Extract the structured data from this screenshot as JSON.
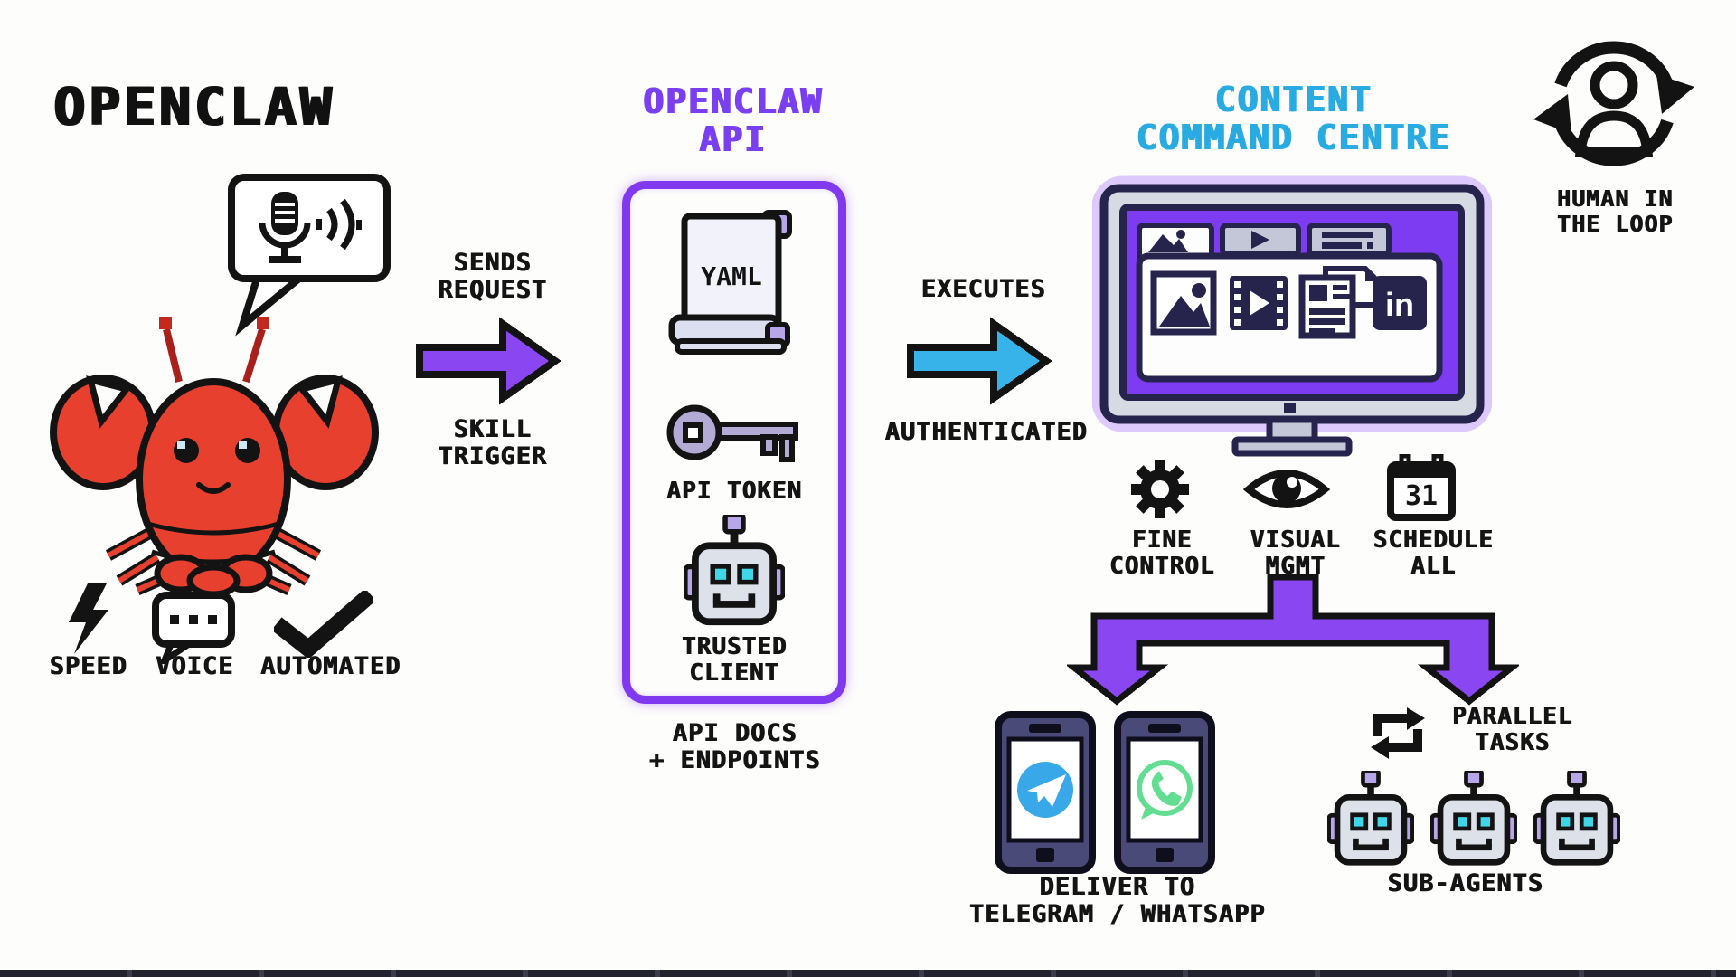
{
  "title": "OPENCLAW",
  "colors": {
    "purple_accent": "#7a3ff0",
    "purple_arrow": "#8a46f0",
    "cyan_title": "#29abe2",
    "blue_arrow": "#38b3ea",
    "ink": "#141414",
    "navy": "#26244c",
    "lobster_red": "#e8402f",
    "robot_grey": "#dde1ea",
    "robot_eye_cyan": "#3fd6e8",
    "telegram_blue": "#38a8e8",
    "whatsapp_green": "#62dd92"
  },
  "features": {
    "speed": {
      "label": "SPEED",
      "icon": "lightning-icon"
    },
    "voice": {
      "label": "VOICE",
      "icon": "chat-bubble-icon"
    },
    "automated": {
      "label": "AUTOMATED",
      "icon": "checkmark-icon"
    }
  },
  "mascot": {
    "icon": "lobster-mascot",
    "bubble_icons": [
      "microphone-icon",
      "sound-waves-icon"
    ]
  },
  "request_flow": {
    "top_label": "SENDS\nREQUEST",
    "bottom_label": "SKILL\nTRIGGER"
  },
  "api": {
    "title": "OPENCLAW\nAPI",
    "yaml": {
      "label": "YAML",
      "icon": "scroll-icon"
    },
    "token": {
      "label": "API TOKEN",
      "icon": "key-icon"
    },
    "client": {
      "label": "TRUSTED\nCLIENT",
      "icon": "robot-icon"
    },
    "footer": "API DOCS\n+ ENDPOINTS"
  },
  "execute_flow": {
    "top_label": "EXECUTES",
    "bottom_label": "AUTHENTICATED"
  },
  "command_centre": {
    "title": "CONTENT\nCOMMAND CENTRE",
    "monitor": {
      "linkedin_label": "in",
      "tab_icons": [
        "image-tab-icon",
        "video-tab-icon",
        "text-tab-icon"
      ],
      "content_icons": [
        "photo-icon",
        "film-icon",
        "document-icon",
        "linkedin-icon"
      ]
    },
    "features": {
      "fine_control": {
        "label": "FINE\nCONTROL",
        "icon": "gear-icon"
      },
      "visual_mgmt": {
        "label": "VISUAL\nMGMT",
        "icon": "eye-icon"
      },
      "schedule_all": {
        "label": "SCHEDULE\nALL",
        "icon": "calendar-icon",
        "calendar_day": "31"
      }
    }
  },
  "human_loop": {
    "label": "HUMAN IN\nTHE LOOP",
    "icon": "human-in-loop-icon"
  },
  "delivery": {
    "label": "DELIVER TO\nTELEGRAM / WHATSAPP",
    "phone_icons": [
      "telegram-icon",
      "whatsapp-icon"
    ]
  },
  "agents": {
    "parallel": {
      "label": "PARALLEL\nTASKS",
      "icon": "loop-icon"
    },
    "sub_agents": {
      "label": "SUB-AGENTS",
      "count": 3,
      "icon": "robot-icon"
    }
  }
}
